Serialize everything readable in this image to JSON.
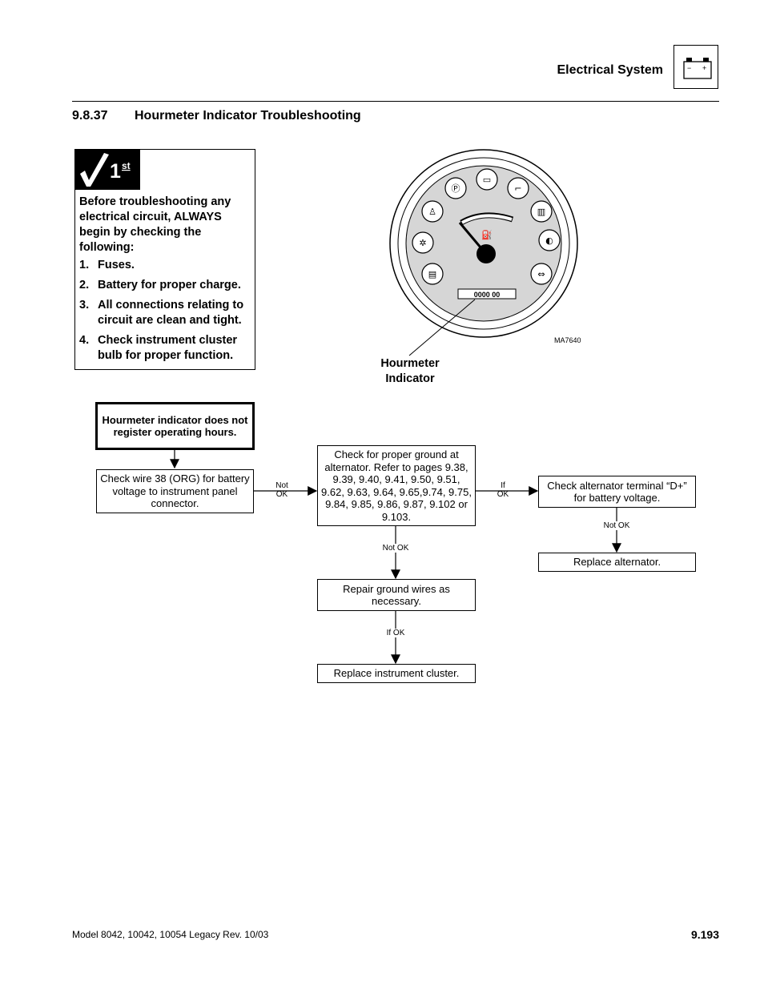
{
  "header": {
    "section_title": "Electrical System",
    "battery_icon": "battery-icon",
    "battery_minus": "−",
    "battery_plus": "+"
  },
  "section": {
    "number": "9.8.37",
    "title": "Hourmeter Indicator Troubleshooting"
  },
  "checklist": {
    "badge_icon": "checkmark-icon",
    "badge_text": "1",
    "badge_sup": "st",
    "intro": "Before troubleshooting any electrical circuit, ALWAYS begin by checking the following:",
    "items": [
      {
        "num": "1.",
        "text": "Fuses."
      },
      {
        "num": "2.",
        "text": "Battery for proper charge."
      },
      {
        "num": "3.",
        "text": "All connections relating to circuit are clean and tight."
      },
      {
        "num": "4.",
        "text": "Check instrument cluster bulb for proper function."
      }
    ]
  },
  "gauge": {
    "hour_display": "0000 00",
    "label": "Hourmeter Indicator",
    "figure_code": "MA7640"
  },
  "flowchart": {
    "start": "Hourmeter indicator does not register operating hours.",
    "step1": "Check wire 38 (ORG) for battery voltage to instrument panel connector.",
    "step2": "Check for proper ground at alternator. Refer to pages 9.38, 9.39, 9.40, 9.41, 9.50, 9.51, 9.62, 9.63, 9.64, 9.65,9.74, 9.75, 9.84, 9.85, 9.86, 9.87, 9.102 or 9.103.",
    "step3": "Check alternator terminal “D+” for battery voltage.",
    "step4": "Replace alternator.",
    "step5": "Repair ground wires as necessary.",
    "step6": "Replace instrument cluster.",
    "label_not_ok_1": "Not OK",
    "label_if_ok_1": "If OK",
    "label_not_ok_2": "Not OK",
    "label_not_ok_3": "Not OK",
    "label_if_ok_2": "If OK"
  },
  "footer": {
    "model": "Model  8042, 10042, 10054 Legacy    Rev.  10/03",
    "page": "9.193"
  }
}
